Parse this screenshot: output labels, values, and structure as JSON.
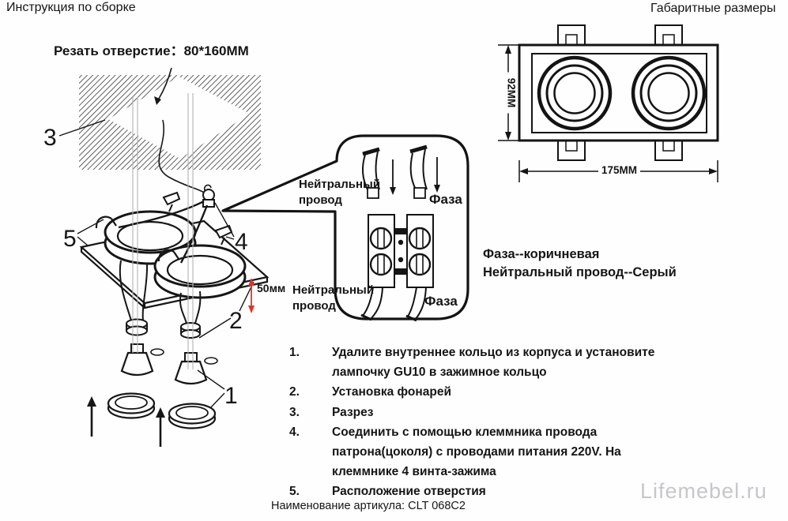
{
  "page": {
    "title": "Инструкция по сборке",
    "dimensions_title": "Габаритные размеры",
    "cut_label": "Резать отверстие：80*160ММ",
    "article": "Наименование артикула: CLT 068C2",
    "watermark": "Lifemebel.ru"
  },
  "assembly": {
    "callouts": {
      "c1": "1",
      "c2": "2",
      "c3": "3",
      "c4": "4",
      "c5": "5"
    },
    "depth_label": "50мм",
    "accent_red": "#e53228"
  },
  "wiring": {
    "neutral_top": "Нейтральный провод",
    "phase_top": "Фаза",
    "neutral_bottom": "Нейтральный провод",
    "phase_bottom": "Фаза",
    "legend_phase": "Фаза--коричневая",
    "legend_neutral": "Нейтральный провод--Серый"
  },
  "dimensions": {
    "height": "92MM",
    "width": "175MM"
  },
  "steps": [
    {
      "num": "1.",
      "text": "Удалите внутреннее кольцо из корпуса и установите\nлампочку GU10 в зажимное кольцо"
    },
    {
      "num": "2.",
      "text": "Установка фонарей"
    },
    {
      "num": "3.",
      "text": "Разрез"
    },
    {
      "num": "4.",
      "text": "Соединить с помощью клеммника провода\nпатрона(цоколя) с проводами питания 220V. На\nклеммнике 4 винта-зажима"
    },
    {
      "num": "5.",
      "text": "Расположение отверстия"
    }
  ]
}
